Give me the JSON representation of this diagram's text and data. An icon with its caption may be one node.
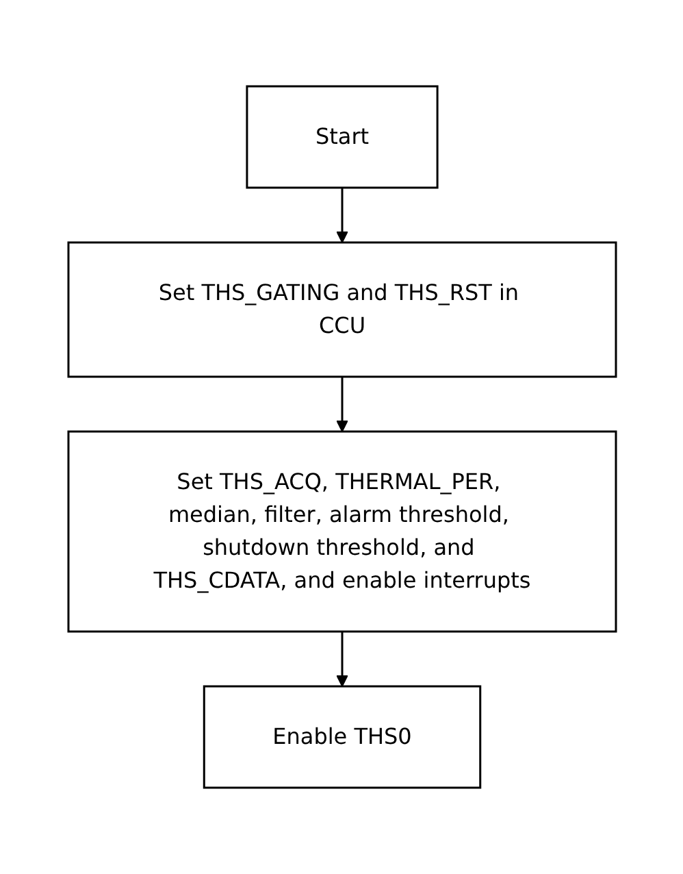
{
  "diagram": {
    "nodes": [
      {
        "text": [
          "Start"
        ]
      },
      {
        "text": [
          "Set THS_GATING and THS_RST in CCU"
        ]
      },
      {
        "text": [
          "Set THS_ACQ, THERMAL_PER, median, filter, alarm threshold, shutdown threshold, and THS_CDATA, and enable interrupts"
        ]
      },
      {
        "text": [
          "Enable THS0"
        ]
      }
    ],
    "edges": [
      {
        "from": 0,
        "to": 1,
        "arrow": "to"
      },
      {
        "from": 1,
        "to": 2,
        "arrow": "to"
      },
      {
        "from": 2,
        "to": 3,
        "arrow": "to"
      }
    ]
  }
}
